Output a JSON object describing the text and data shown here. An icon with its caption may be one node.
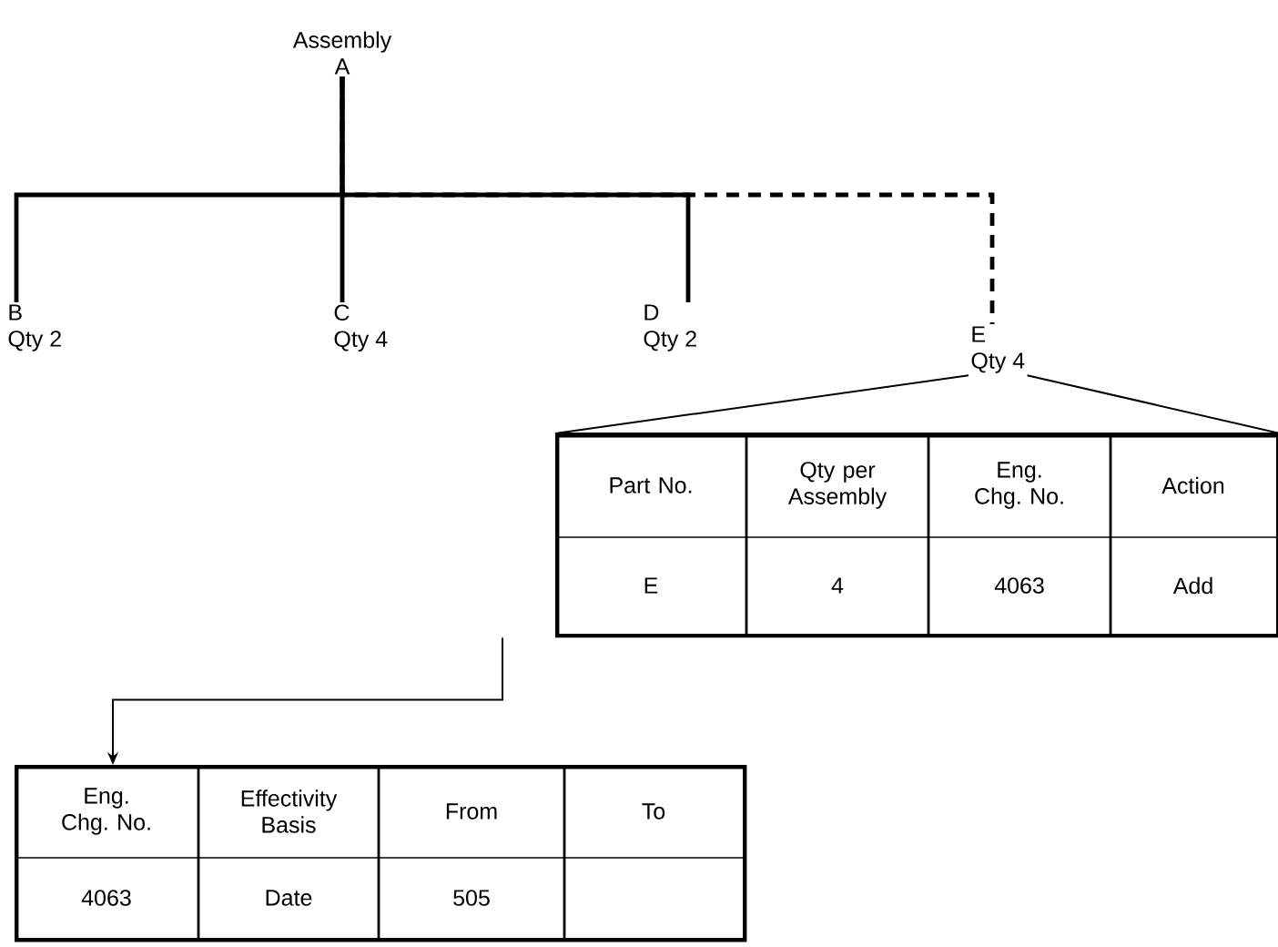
{
  "diagram": {
    "nodes": [
      {
        "text": [
          "Assembly",
          "A"
        ]
      },
      {
        "text": [
          "B",
          "Qty 2"
        ]
      },
      {
        "text": [
          "C",
          "Qty 4"
        ]
      },
      {
        "text": [
          "D",
          "Qty 2"
        ]
      },
      {
        "text": [
          "E",
          "Qty 4"
        ]
      },
      {
        "text": [
          "Part No.",
          "Qty per Assembly",
          "Eng. Chg. No.",
          "Action",
          "E",
          "4",
          "4063",
          "Add"
        ]
      },
      {
        "text": [
          "Eng. Chg. No.",
          "Effectivity Basis",
          "From",
          "To",
          "4063",
          "Date",
          "505"
        ]
      }
    ],
    "edges": [
      {
        "from": 0,
        "to": 1,
        "arrow": "none"
      },
      {
        "from": 0,
        "to": 2,
        "arrow": "none"
      },
      {
        "from": 0,
        "to": 3,
        "arrow": "none"
      },
      {
        "from": 0,
        "to": 4,
        "arrow": "none",
        "style": "dashed"
      },
      {
        "from": 4,
        "to": 5,
        "arrow": "none"
      },
      {
        "from": 5,
        "to": 6,
        "arrow": "to"
      }
    ]
  }
}
